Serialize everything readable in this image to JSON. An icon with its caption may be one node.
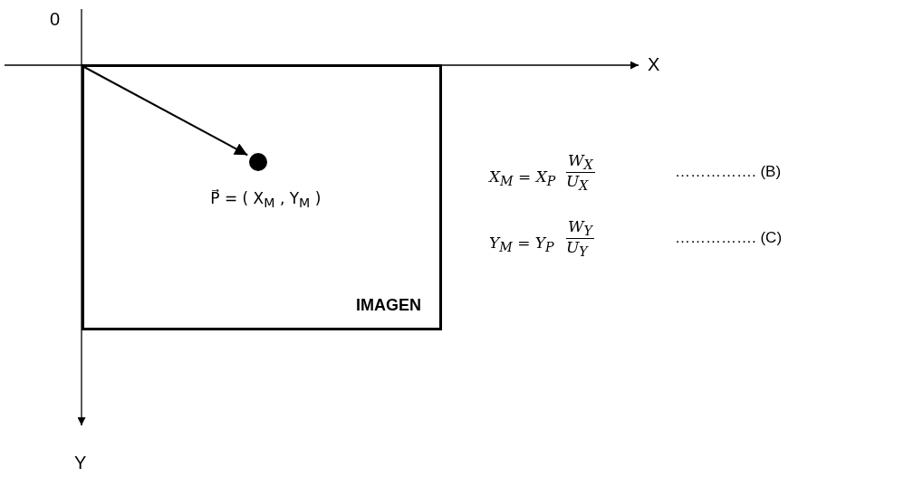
{
  "diagram": {
    "nodes": [
      {
        "text": [
          "IMAGEN"
        ]
      },
      {
        "text": [],
        "shape": "circle",
        "in": 0,
        "beside": [
          "P⃗ = ( X$_{M}$ , Y$_{M}$ )"
        ]
      }
    ],
    "edges": [
      {
        "from": null,
        "to": 1,
        "arrow": "to"
      }
    ],
    "labels": [
      "0",
      "X",
      "X$_{M}$ = X$_{P}$",
      "W$_{X}$",
      "U$_{X}$",
      "……………. (B)",
      "Y$_{M}$ = Y$_{P}$",
      "W$_{Y}$",
      "U$_{Y}$",
      "……………. (C)",
      "Y"
    ]
  }
}
